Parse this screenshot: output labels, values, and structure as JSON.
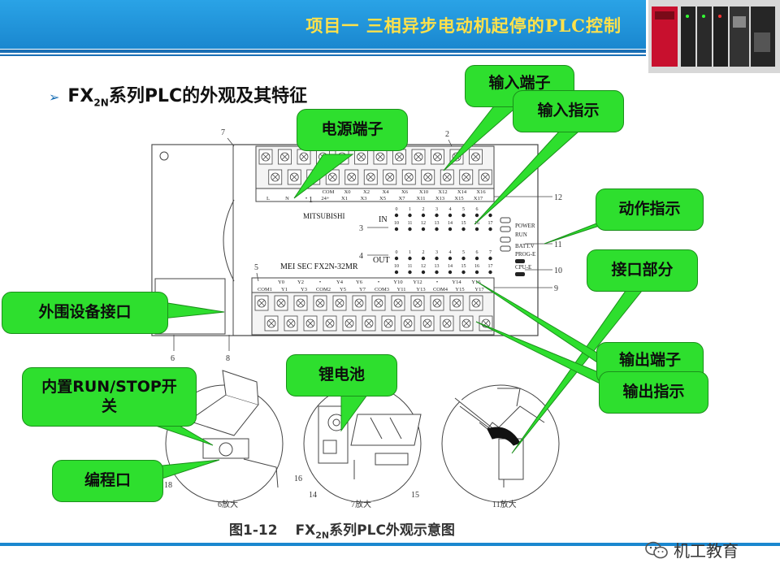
{
  "header": {
    "title": "项目一  三相异步电动机起停的PLC控制"
  },
  "subtitle": {
    "prefix": "FX",
    "sub": "2N",
    "suffix": "系列PLC的外观及其特征"
  },
  "callouts": {
    "power_terminal": "电源端子",
    "input_terminal": "输入端子",
    "input_indicator": "输入指示",
    "action_indicator": "动作指示",
    "interface": "接口部分",
    "peripheral": "外围设备接口",
    "output_terminal": "输出端子",
    "output_indicator": "输出指示",
    "run_stop_switch": "内置RUN/STOP开关",
    "battery": "锂电池",
    "programming_port": "编程口"
  },
  "diagram": {
    "model_label": "MITSUBISHI",
    "model_name": "MEI SEC FX2N-32MR",
    "in_label": "IN",
    "out_label": "OUT",
    "status_power": "POWER",
    "status_run": "RUN",
    "status_batt": "BATT.V",
    "status_prog": "PROG-E",
    "status_cpu": "CPU-E",
    "part_numbers": [
      "7",
      "2",
      "12",
      "3",
      "11",
      "4",
      "10",
      "5",
      "9",
      "1",
      "6",
      "8"
    ],
    "input_top_terminals": [
      "COM",
      "X0",
      "X2",
      "X4",
      "X6",
      "X10",
      "X12",
      "X14",
      "X16"
    ],
    "input_bottom_terminals": [
      "L",
      "N",
      "•",
      "24+",
      "X1",
      "X3",
      "X5",
      "X7",
      "X11",
      "X13",
      "X15",
      "X17"
    ],
    "output_top_terminals": [
      "Y0",
      "Y2",
      "•",
      "Y4",
      "Y6",
      "•",
      "Y10",
      "Y12",
      "•",
      "Y14",
      "Y16"
    ],
    "output_bottom_terminals": [
      "COM1",
      "Y1",
      "Y3",
      "COM2",
      "Y5",
      "Y7",
      "COM3",
      "Y11",
      "Y13",
      "COM4",
      "Y15",
      "Y17"
    ],
    "led_row1": [
      "0",
      "1",
      "2",
      "3",
      "4",
      "5",
      "6",
      "7"
    ],
    "led_row2": [
      "10",
      "11",
      "12",
      "13",
      "14",
      "15",
      "16",
      "17"
    ],
    "inset_labels": [
      "6放大",
      "7放大",
      "11放大"
    ],
    "inset_numbers": [
      "18",
      "16",
      "14",
      "15"
    ]
  },
  "caption": {
    "figure": "图1-12",
    "prefix": "FX",
    "sub": "2N",
    "suffix": "系列PLC外观示意图"
  },
  "footer": {
    "brand": "机工教育"
  },
  "colors": {
    "header_blue": "#1a87cf",
    "title_yellow": "#ffe14a",
    "callout_green": "#2edf2e"
  }
}
